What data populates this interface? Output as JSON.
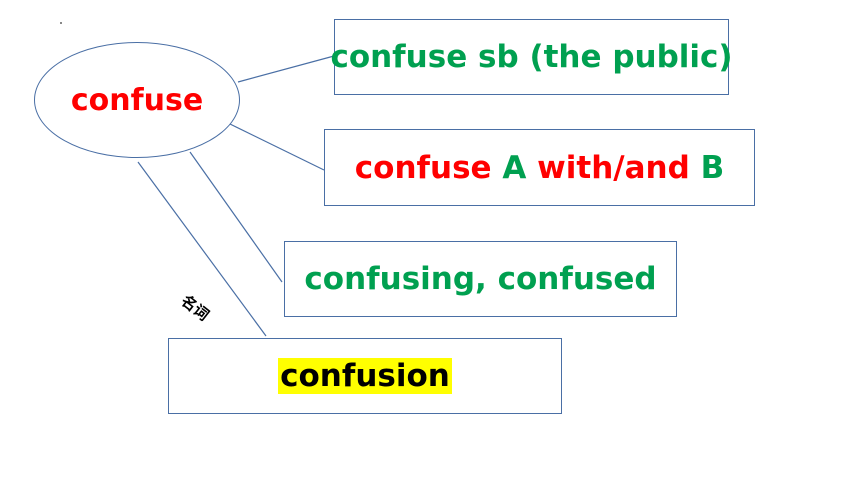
{
  "diagram": {
    "center": {
      "label": "confuse",
      "color": "#ff0000"
    },
    "nodes": [
      {
        "id": "usage-sb",
        "text": "confuse sb (the public)",
        "color": "#00a050"
      },
      {
        "id": "usage-ab",
        "parts": [
          {
            "text": "confuse ",
            "color": "#ff0000"
          },
          {
            "text": "A ",
            "color": "#00a050"
          },
          {
            "text": "with/and ",
            "color": "#ff0000"
          },
          {
            "text": "B",
            "color": "#00a050"
          }
        ]
      },
      {
        "id": "adjectives",
        "text": "confusing, confused",
        "color": "#00a050"
      },
      {
        "id": "noun",
        "text": "confusion",
        "color": "#000000",
        "highlight": "#ffff00"
      }
    ],
    "edge_label": "名词",
    "border_color": "#4a6fa5"
  }
}
